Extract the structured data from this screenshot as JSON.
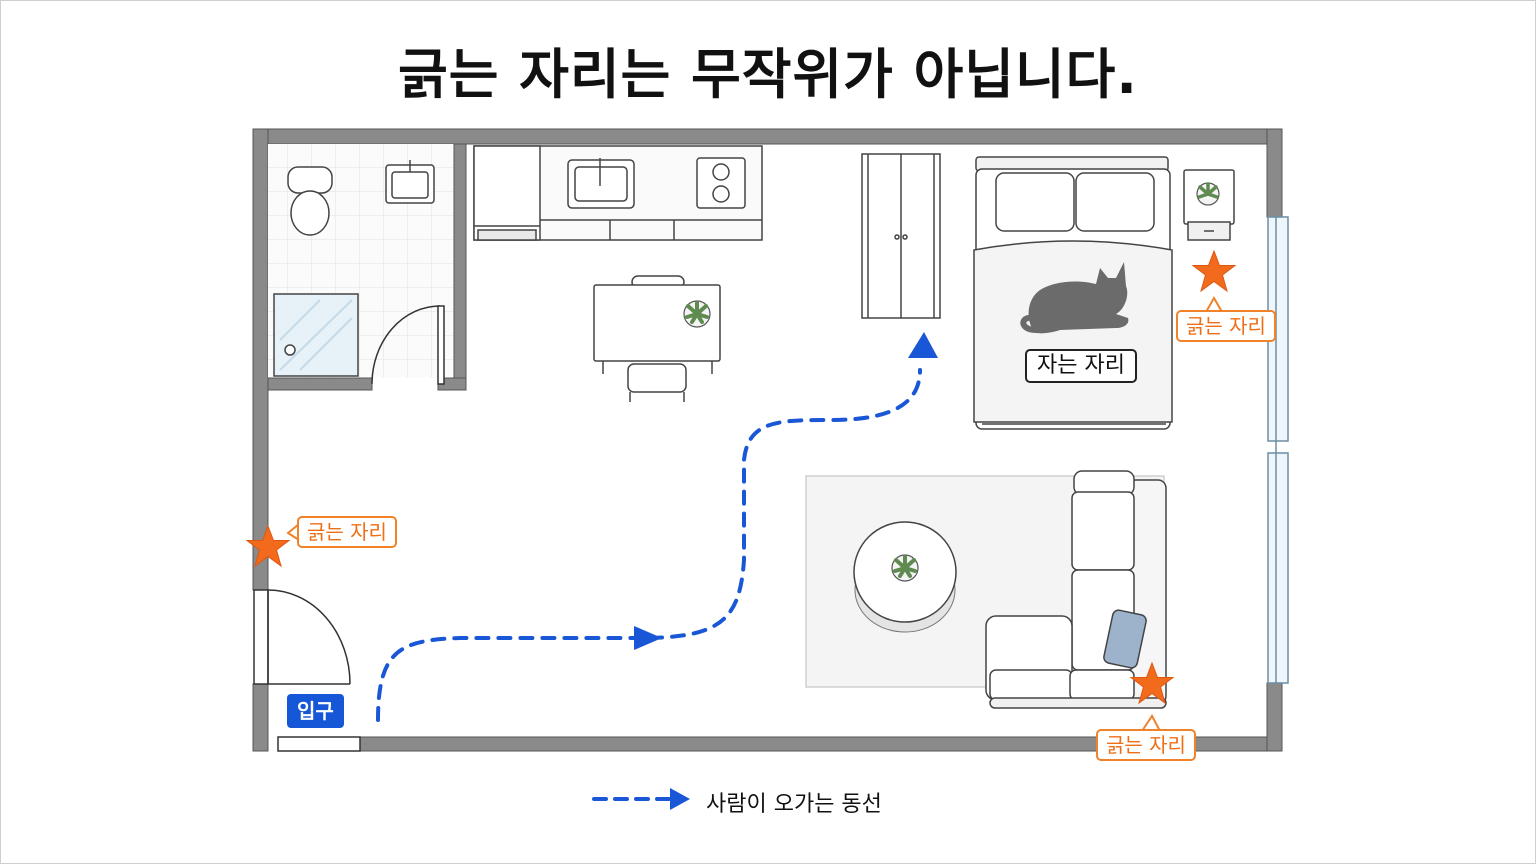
{
  "title": "긁는 자리는 무작위가 아닙니다.",
  "labels": {
    "scratch": "긁는 자리",
    "sleep": "자는 자리",
    "entrance": "입구"
  },
  "legend": {
    "path_label": "사람이 오가는 동선"
  },
  "colors": {
    "accent_orange": "#f26b1d",
    "path_blue": "#1a57d6",
    "wall": "#777777",
    "cat": "#6b6b6b"
  },
  "icons": [
    "star-icon",
    "cat-icon",
    "plant-icon",
    "arrow-icon"
  ]
}
